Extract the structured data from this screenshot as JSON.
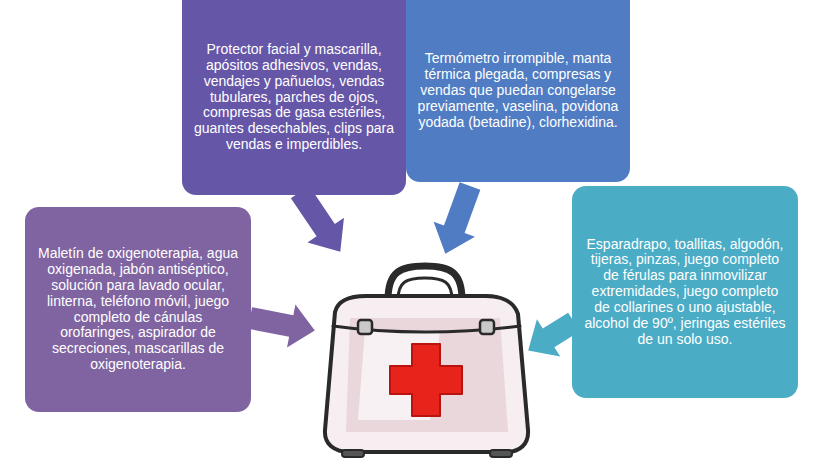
{
  "diagram": {
    "nodes": [
      {
        "text": [
          "Maletín de oxigenoterapia, agua oxigenada, jabón antiséptico, solución para lavado ocular, linterna, teléfono móvil, juego completo de cánulas orofaringes, aspirador de secreciones, mascarillas de oxigenoterapia."
        ]
      },
      {
        "text": [
          "Protector facial y mascarilla, apósitos adhesivos, vendas, vendajes y pañuelos, vendas tubulares, parches de ojos, compresas de gasa estériles, guantes desechables, clips para vendas e imperdibles."
        ]
      },
      {
        "text": [
          "Termómetro irrompible, manta térmica plegada, compresas y vendas que puedan congelarse previamente, vaselina, povidona yodada (betadine), clorhexidina."
        ]
      },
      {
        "text": [
          "Esparadrapo, toallitas, algodón, tijeras, pinzas, juego completo de férulas para inmovilizar extremidades, juego completo de collarines o uno ajustable, alcohol de 90º, jeringas estériles de un solo uso."
        ]
      }
    ]
  }
}
